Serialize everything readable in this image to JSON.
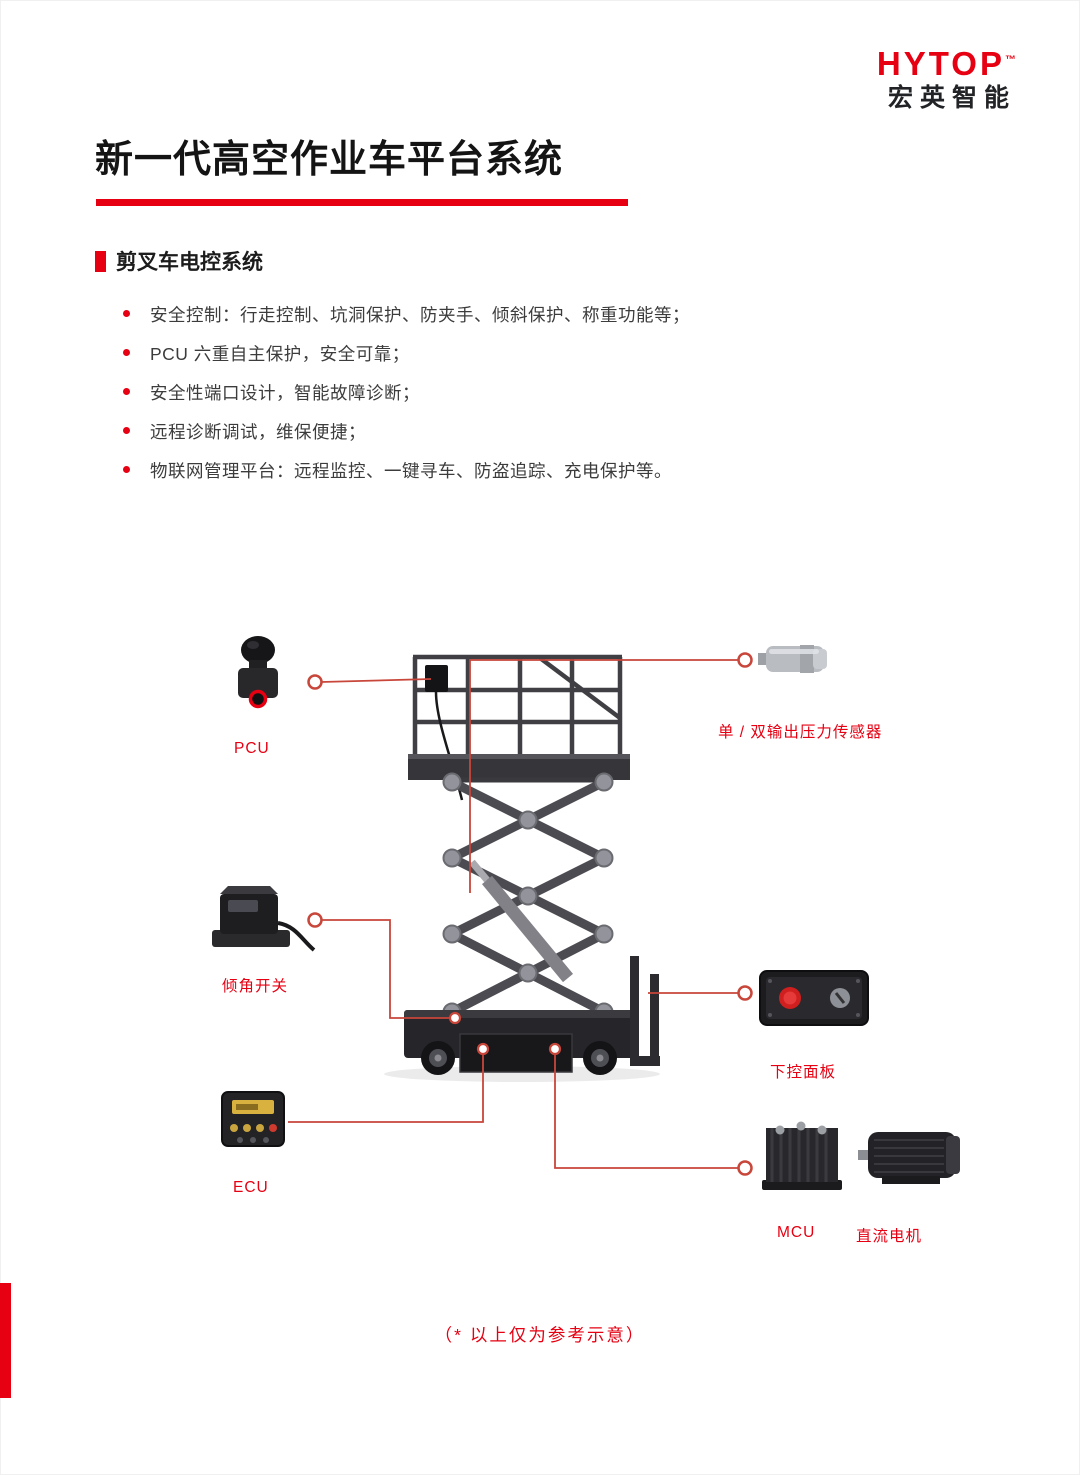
{
  "logo": {
    "brand": "HYTOP",
    "tm": "™",
    "subbrand": "宏英智能"
  },
  "title": "新一代高空作业车平台系统",
  "section_heading": "剪叉车电控系统",
  "bullets": [
    "安全控制：行走控制、坑洞保护、防夹手、倾斜保护、称重功能等；",
    "PCU 六重自主保护，安全可靠；",
    "安全性端口设计，智能故障诊断；",
    "远程诊断调试，维保便捷；",
    "物联网管理平台：远程监控、一键寻车、防盗追踪、充电保护等。"
  ],
  "diagram": {
    "labels": {
      "pcu": "PCU",
      "pressure_sensor": "单 / 双输出压力传感器",
      "tilt_switch": "倾角开关",
      "lower_control_panel": "下控面板",
      "ecu": "ECU",
      "mcu": "MCU",
      "dc_motor": "直流电机"
    }
  },
  "footnote": "（* 以上仅为参考示意）",
  "colors": {
    "accent_red": "#e60012",
    "callout_red": "#c8463a"
  }
}
